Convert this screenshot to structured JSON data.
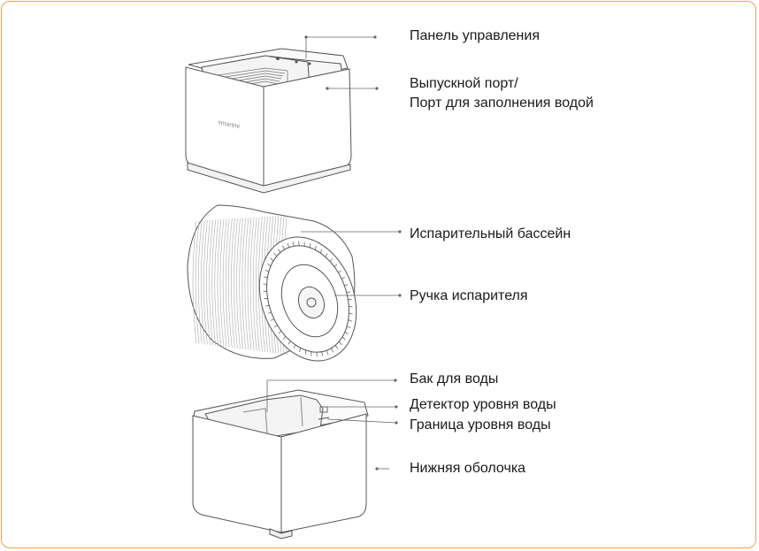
{
  "frame_color": "#f0a050",
  "line_color": "#555555",
  "device_brand": "smartmi",
  "labels": {
    "control_panel": "Панель управления",
    "outlet_port_1": "Выпускной порт/",
    "outlet_port_2": "Порт для заполнения водой",
    "evaporator_pool": "Испарительный бассейн",
    "evaporator_handle": "Ручка испарителя",
    "water_tank": "Бак для воды",
    "water_level_detector": "Детектор уровня воды",
    "water_level_limit": "Граница уровня воды",
    "bottom_shell": "Нижняя оболочка"
  }
}
